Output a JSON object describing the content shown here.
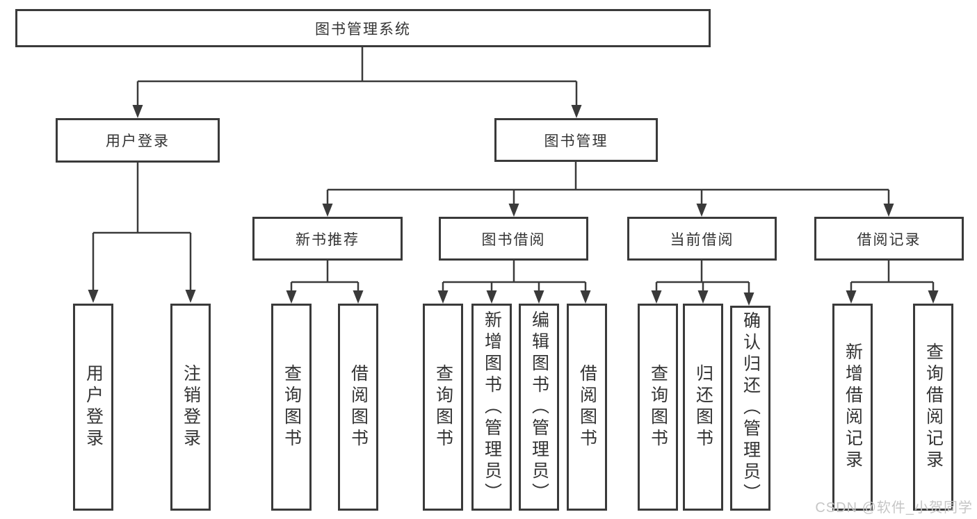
{
  "colors": {
    "line": "#3a3a3a",
    "text": "#333333",
    "background": "#ffffff",
    "watermark": "#c6c6c6"
  },
  "watermark": {
    "text": "CSDN @软件_小贺同学"
  },
  "tree": {
    "label": "图书管理系统",
    "children": [
      {
        "label": "用户登录",
        "children": [
          {
            "label": "用户登录"
          },
          {
            "label": "注销登录"
          }
        ]
      },
      {
        "label": "图书管理",
        "children": [
          {
            "label": "新书推荐",
            "children": [
              {
                "label": "查询图书"
              },
              {
                "label": "借阅图书"
              }
            ]
          },
          {
            "label": "图书借阅",
            "children": [
              {
                "label": "查询图书"
              },
              {
                "label": "新增图书（管理员）"
              },
              {
                "label": "编辑图书（管理员）"
              },
              {
                "label": "借阅图书"
              }
            ]
          },
          {
            "label": "当前借阅",
            "children": [
              {
                "label": "查询图书"
              },
              {
                "label": "归还图书"
              },
              {
                "label": "确认归还（管理员）"
              }
            ]
          },
          {
            "label": "借阅记录",
            "children": [
              {
                "label": "新增借阅记录"
              },
              {
                "label": "查询借阅记录"
              }
            ]
          }
        ]
      }
    ]
  }
}
